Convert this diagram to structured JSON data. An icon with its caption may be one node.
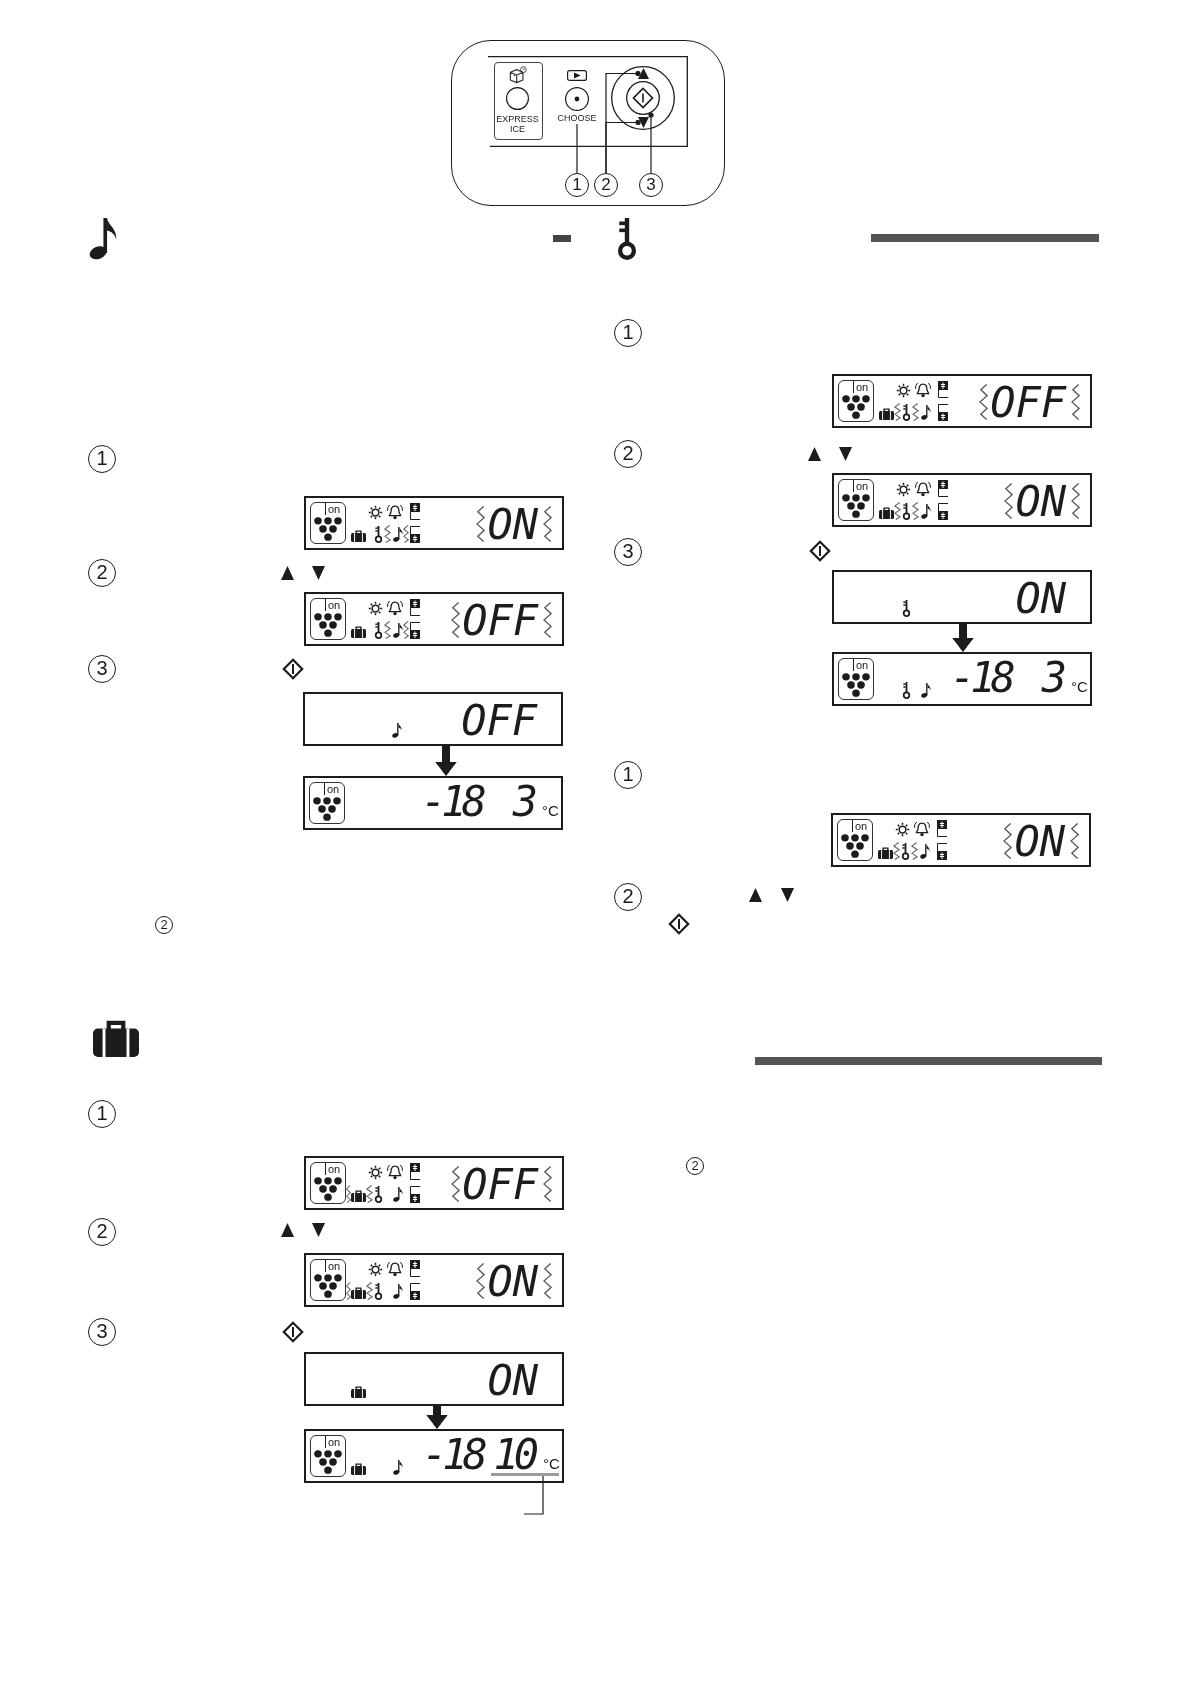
{
  "diagram": {
    "nodes": [
      {
        "text": [
          "EXPRESS ICE"
        ]
      },
      {
        "text": [
          "CHOOSE"
        ]
      },
      {
        "text": [],
        "shape": "triangle"
      },
      {
        "text": [],
        "shape": "circle"
      },
      {
        "text": [],
        "shape": "triangle"
      },
      {
        "text": [
          "1"
        ]
      },
      {
        "text": [
          "2"
        ]
      },
      {
        "text": [
          "3"
        ]
      },
      {
        "text": [
          "1"
        ]
      },
      {
        "text": [
          "on",
          "ON"
        ]
      },
      {
        "text": [
          "2"
        ]
      },
      {
        "text": [
          "on",
          "OFF"
        ]
      },
      {
        "text": [
          "3"
        ]
      },
      {
        "text": [
          "OFF"
        ]
      },
      {
        "text": [
          "on",
          "-18",
          "3",
          "°C"
        ]
      },
      {
        "text": [
          "2"
        ]
      },
      {
        "text": [
          "1"
        ]
      },
      {
        "text": [
          "on",
          "OFF"
        ]
      },
      {
        "text": [
          "2"
        ]
      },
      {
        "text": [
          "on",
          "ON"
        ]
      },
      {
        "text": [
          "3"
        ]
      },
      {
        "text": [
          "ON"
        ]
      },
      {
        "text": [
          "on",
          "-18",
          "3",
          "°C"
        ]
      },
      {
        "text": [
          "1"
        ]
      },
      {
        "text": [
          "on",
          "ON"
        ]
      },
      {
        "text": [
          "2"
        ]
      },
      {
        "text": [
          "1"
        ]
      },
      {
        "text": [
          "on",
          "OFF"
        ]
      },
      {
        "text": [
          "2"
        ]
      },
      {
        "text": [
          "on",
          "ON"
        ]
      },
      {
        "text": [
          "3"
        ]
      },
      {
        "text": [
          "ON"
        ]
      },
      {
        "text": [
          "on",
          "-18",
          "10",
          "°C"
        ]
      },
      {
        "text": [],
        "shape": "bar",
        "in": 32
      },
      {
        "text": [
          "2"
        ]
      }
    ],
    "edges": [
      {
        "from": 5,
        "to": 1,
        "arrow": "none"
      },
      {
        "from": 6,
        "to": 2,
        "arrow": "other"
      },
      {
        "from": 6,
        "to": 4,
        "arrow": "other"
      },
      {
        "from": 7,
        "to": 3,
        "arrow": "other"
      },
      {
        "from": 13,
        "to": 14,
        "arrow": "to",
        "style": "thick"
      },
      {
        "from": 21,
        "to": 22,
        "arrow": "to",
        "style": "thick"
      },
      {
        "from": 31,
        "to": 32,
        "arrow": "to",
        "style": "thick"
      },
      {
        "from": null,
        "to": 33,
        "arrow": "none"
      }
    ]
  }
}
